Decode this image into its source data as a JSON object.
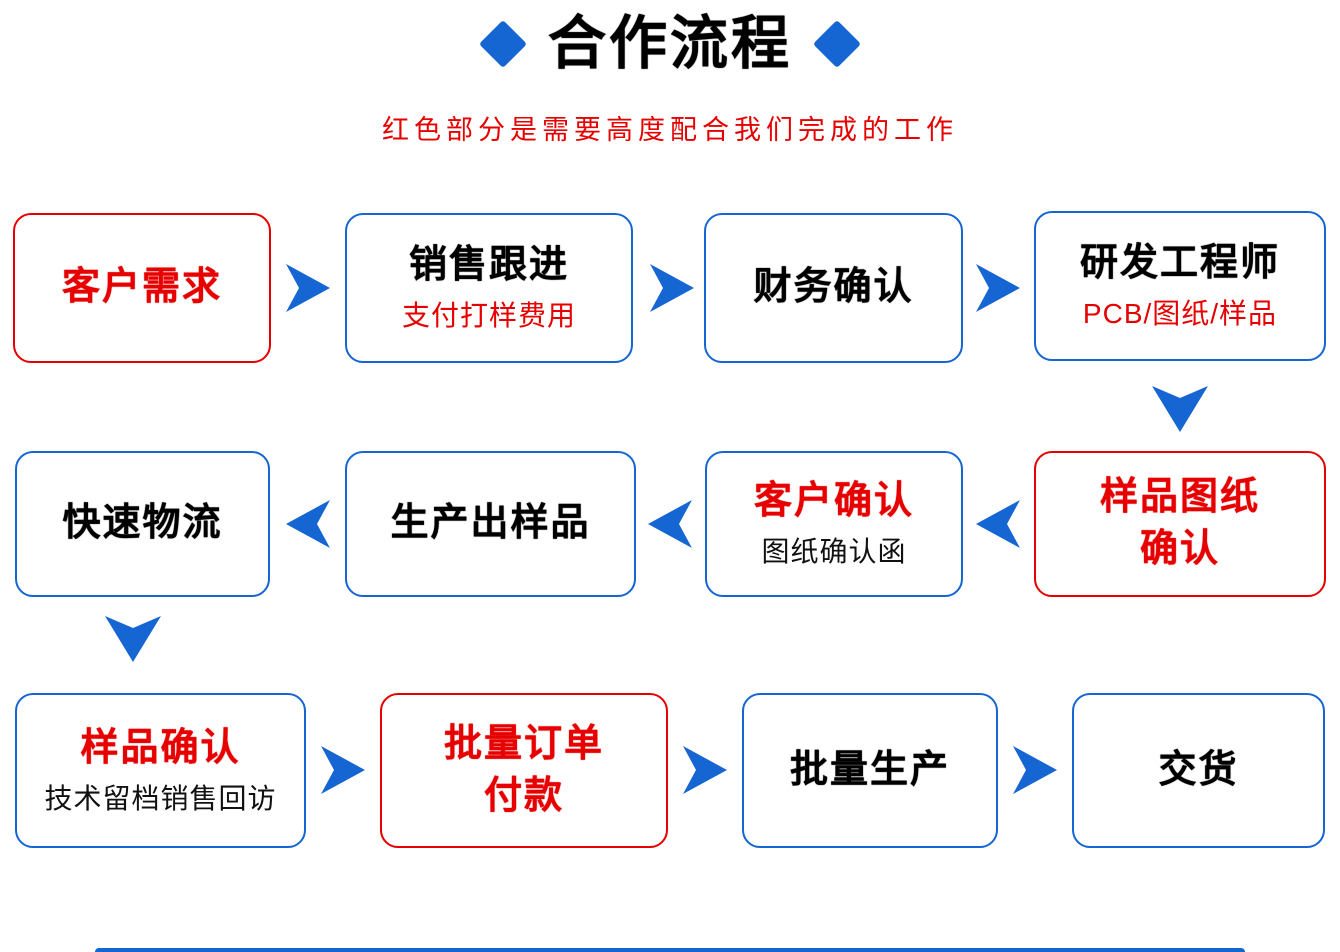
{
  "colors": {
    "blue": "#1565d2",
    "red": "#e60000"
  },
  "header": {
    "title": "合作流程",
    "subtitle": "红色部分是需要高度配合我们完成的工作"
  },
  "flow": {
    "rows": [
      {
        "direction": "right",
        "boxes": [
          {
            "id": "customer-demand",
            "title": "客户需求"
          },
          {
            "id": "sales-follow-up",
            "title": "销售跟进",
            "subtitle": "支付打样费用"
          },
          {
            "id": "finance-confirm",
            "title": "财务确认"
          },
          {
            "id": "rd-engineer",
            "title": "研发工程师",
            "subtitle": "PCB/图纸/样品"
          }
        ]
      },
      {
        "direction": "left",
        "boxes": [
          {
            "id": "fast-logistics",
            "title": "快速物流"
          },
          {
            "id": "produce-sample",
            "title": "生产出样品"
          },
          {
            "id": "customer-confirm",
            "title": "客户确认",
            "subtitle": "图纸确认函"
          },
          {
            "id": "sample-drawing-confirm",
            "title": "样品图纸",
            "title2": "确认"
          }
        ]
      },
      {
        "direction": "right",
        "boxes": [
          {
            "id": "sample-confirm",
            "title": "样品确认",
            "subtitle": "技术留档销售回访"
          },
          {
            "id": "bulk-order-payment",
            "title": "批量订单",
            "title2": "付款"
          },
          {
            "id": "bulk-production",
            "title": "批量生产"
          },
          {
            "id": "delivery",
            "title": "交货"
          }
        ]
      }
    ]
  }
}
